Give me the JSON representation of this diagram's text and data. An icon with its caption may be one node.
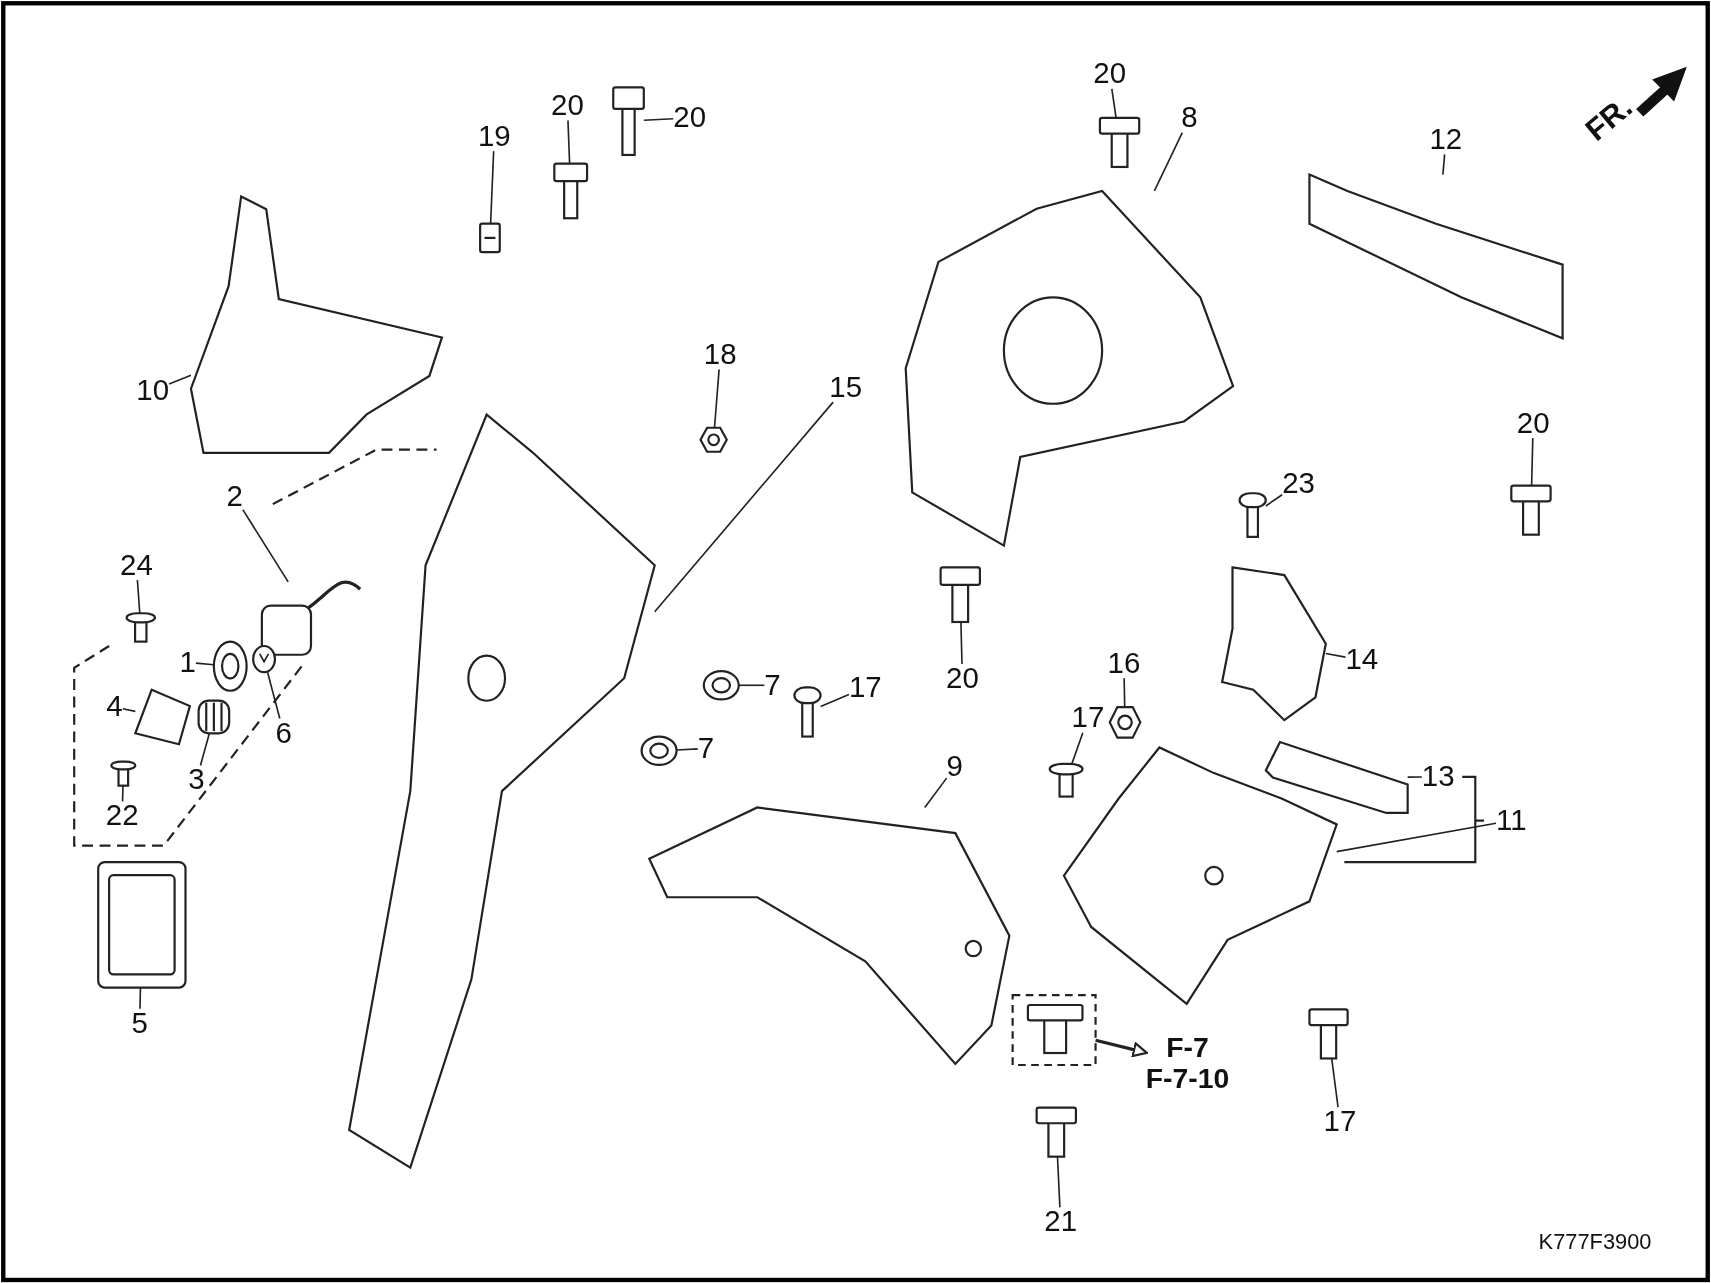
{
  "diagram": {
    "nodes": [
      {
        "text": [
          "20"
        ]
      },
      {
        "text": [],
        "shape": "picture"
      },
      {
        "text": [
          "20"
        ]
      },
      {
        "text": [],
        "shape": "picture"
      },
      {
        "text": [
          "20"
        ]
      },
      {
        "text": [],
        "shape": "picture"
      },
      {
        "text": [
          "8"
        ]
      },
      {
        "text": [],
        "shape": "picture"
      },
      {
        "text": [
          "19"
        ]
      },
      {
        "text": [],
        "shape": "picture"
      },
      {
        "text": [
          "12"
        ]
      },
      {
        "text": [],
        "shape": "picture"
      },
      {
        "text": [
          "18"
        ]
      },
      {
        "text": [],
        "shape": "picture"
      },
      {
        "text": [
          "10"
        ]
      },
      {
        "text": [],
        "shape": "picture"
      },
      {
        "text": [
          "15"
        ]
      },
      {
        "text": [],
        "shape": "picture"
      },
      {
        "text": [
          "20"
        ]
      },
      {
        "text": [],
        "shape": "picture"
      },
      {
        "text": [
          "23"
        ]
      },
      {
        "text": [],
        "shape": "picture"
      },
      {
        "text": [
          "2"
        ]
      },
      {
        "text": [],
        "shape": "picture"
      },
      {
        "text": [
          "24"
        ]
      },
      {
        "text": [],
        "shape": "picture"
      },
      {
        "text": [
          "1"
        ]
      },
      {
        "text": [],
        "shape": "picture"
      },
      {
        "text": [
          "14"
        ]
      },
      {
        "text": [],
        "shape": "picture"
      },
      {
        "text": [
          "16"
        ]
      },
      {
        "text": [],
        "shape": "picture"
      },
      {
        "text": [
          "20"
        ]
      },
      {
        "text": [],
        "shape": "picture"
      },
      {
        "text": [
          "7"
        ]
      },
      {
        "text": [],
        "shape": "picture"
      },
      {
        "text": [
          "17"
        ]
      },
      {
        "text": [],
        "shape": "picture"
      },
      {
        "text": [
          "4"
        ]
      },
      {
        "text": [],
        "shape": "picture"
      },
      {
        "text": [
          "17"
        ]
      },
      {
        "text": [],
        "shape": "picture"
      },
      {
        "text": [
          "6"
        ]
      },
      {
        "text": [],
        "shape": "picture"
      },
      {
        "text": [
          "7"
        ]
      },
      {
        "text": [],
        "shape": "picture"
      },
      {
        "text": [
          "9"
        ]
      },
      {
        "text": [],
        "shape": "picture"
      },
      {
        "text": [
          "3"
        ]
      },
      {
        "text": [],
        "shape": "picture"
      },
      {
        "text": [
          "13"
        ]
      },
      {
        "text": [],
        "shape": "picture"
      },
      {
        "text": [
          "22"
        ]
      },
      {
        "text": [],
        "shape": "picture"
      },
      {
        "text": [
          "11"
        ]
      },
      {
        "text": [],
        "shape": "picture"
      },
      {
        "text": [
          "5"
        ]
      },
      {
        "text": [],
        "shape": "picture"
      },
      {
        "text": [
          "17"
        ]
      },
      {
        "text": [],
        "shape": "picture"
      },
      {
        "text": [
          "21"
        ]
      },
      {
        "text": [],
        "shape": "picture"
      },
      {
        "text": [
          "F-7",
          "F-7-10"
        ]
      },
      {
        "text": [],
        "shape": "box"
      },
      {
        "text": [],
        "shape": "picture",
        "in": 63
      }
    ],
    "edges": [
      {
        "from": 0,
        "to": 1,
        "arrow": "none"
      },
      {
        "from": 2,
        "to": 3,
        "arrow": "none"
      },
      {
        "from": 4,
        "to": 5,
        "arrow": "none"
      },
      {
        "from": 6,
        "to": 7,
        "arrow": "none"
      },
      {
        "from": 8,
        "to": 9,
        "arrow": "none"
      },
      {
        "from": 10,
        "to": 11,
        "arrow": "none"
      },
      {
        "from": 12,
        "to": 13,
        "arrow": "none"
      },
      {
        "from": 14,
        "to": 15,
        "arrow": "none"
      },
      {
        "from": 16,
        "to": 17,
        "arrow": "none"
      },
      {
        "from": 18,
        "to": 19,
        "arrow": "none"
      },
      {
        "from": 20,
        "to": 21,
        "arrow": "none"
      },
      {
        "from": 22,
        "to": 23,
        "arrow": "none"
      },
      {
        "from": 24,
        "to": 25,
        "arrow": "none"
      },
      {
        "from": 26,
        "to": 27,
        "arrow": "none"
      },
      {
        "from": 28,
        "to": 29,
        "arrow": "none"
      },
      {
        "from": 30,
        "to": 31,
        "arrow": "none"
      },
      {
        "from": 32,
        "to": 33,
        "arrow": "none"
      },
      {
        "from": 34,
        "to": 35,
        "arrow": "none"
      },
      {
        "from": 36,
        "to": 37,
        "arrow": "none"
      },
      {
        "from": 38,
        "to": 39,
        "arrow": "none"
      },
      {
        "from": 40,
        "to": 41,
        "arrow": "none"
      },
      {
        "from": 42,
        "to": 43,
        "arrow": "none"
      },
      {
        "from": 44,
        "to": 45,
        "arrow": "none"
      },
      {
        "from": 46,
        "to": 47,
        "arrow": "none"
      },
      {
        "from": 48,
        "to": 49,
        "arrow": "none"
      },
      {
        "from": 50,
        "to": 51,
        "arrow": "none"
      },
      {
        "from": 52,
        "to": 53,
        "arrow": "none"
      },
      {
        "from": 54,
        "to": 55,
        "arrow": "none"
      },
      {
        "from": 56,
        "to": 57,
        "arrow": "none"
      },
      {
        "from": 58,
        "to": 59,
        "arrow": "none"
      },
      {
        "from": 60,
        "to": 61,
        "arrow": "none"
      },
      {
        "from": 63,
        "to": 62,
        "arrow": "to"
      }
    ],
    "labels": [
      "FR.",
      "K777F3900"
    ]
  }
}
